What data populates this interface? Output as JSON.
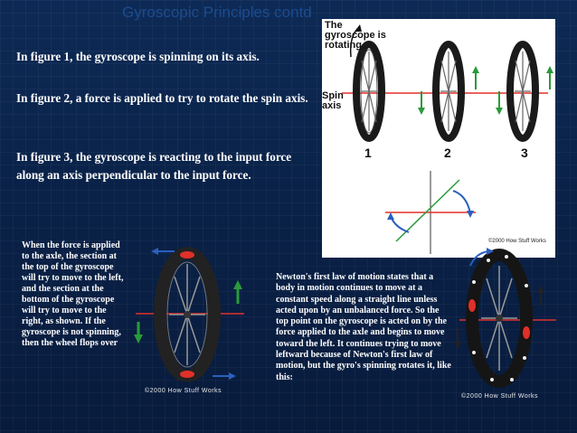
{
  "slide": {
    "title": "Gyroscopic Principles contd",
    "bullets": [
      "In figure 1, the gyroscope is spinning on its axis.",
      "In figure 2, a force is applied to try to rotate the spin axis.",
      "In figure 3, the gyroscope is reacting to the input force along an axis perpendicular to the input force."
    ]
  },
  "figure": {
    "caption_rotating": "The gyroscope is rotating",
    "caption_spin_axis": "Spin axis",
    "labels": [
      "1",
      "2",
      "3"
    ],
    "copyright": "©2000 How Stuff Works"
  },
  "left_note": "When the force is applied to the axle, the section at the top of the gyroscope will try to move to the left, and the section at the bottom of the gyroscope will try to move to the right, as shown. If the gyroscope is not spinning, then the wheel flops over",
  "mid_note": "Newton's first law of motion states that a body in motion continues to move at a constant speed along a straight line unless acted upon by an unbalanced force. So the top point on the gyroscope is acted on by the force applied to the axle and begins to move toward the left. It continues trying to move leftward because of Newton's first law of motion, but the gyro's spinning rotates it, like this:",
  "watermarks": [
    "©2000 How Stuff Works",
    "©2000 How Stuff Works"
  ],
  "colors": {
    "background": "#0a2248",
    "title": "#1b4c8f",
    "text": "#ffffff",
    "axis_red": "#e0302a",
    "force_green": "#2a9a3a",
    "arrow_blue": "#2a5fbf"
  }
}
